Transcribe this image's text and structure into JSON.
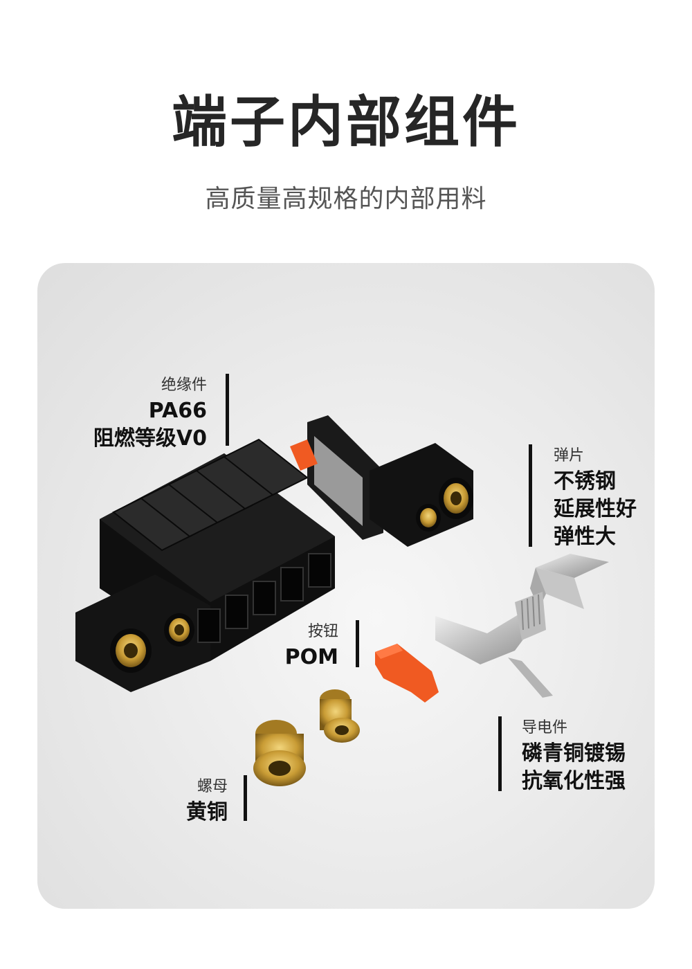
{
  "header": {
    "title": "端子内部组件",
    "subtitle": "高质量高规格的内部用料"
  },
  "callouts": {
    "insulator": {
      "name": "绝缘件",
      "lines": [
        "PA66",
        "阻燃等级V0"
      ]
    },
    "spring": {
      "name": "弹片",
      "lines": [
        "不锈钢",
        "延展性好",
        "弹性大"
      ]
    },
    "button": {
      "name": "按钮",
      "lines": [
        "POM"
      ]
    },
    "conductor": {
      "name": "导电件",
      "lines": [
        "磷青铜镀锡",
        "抗氧化性强"
      ]
    },
    "nut": {
      "name": "螺母",
      "lines": [
        "黄铜"
      ]
    }
  },
  "colors": {
    "orange_button": "#f05a22",
    "housing_black": "#151515",
    "brass": "#c9a245",
    "steel": "#c8c8c8"
  }
}
